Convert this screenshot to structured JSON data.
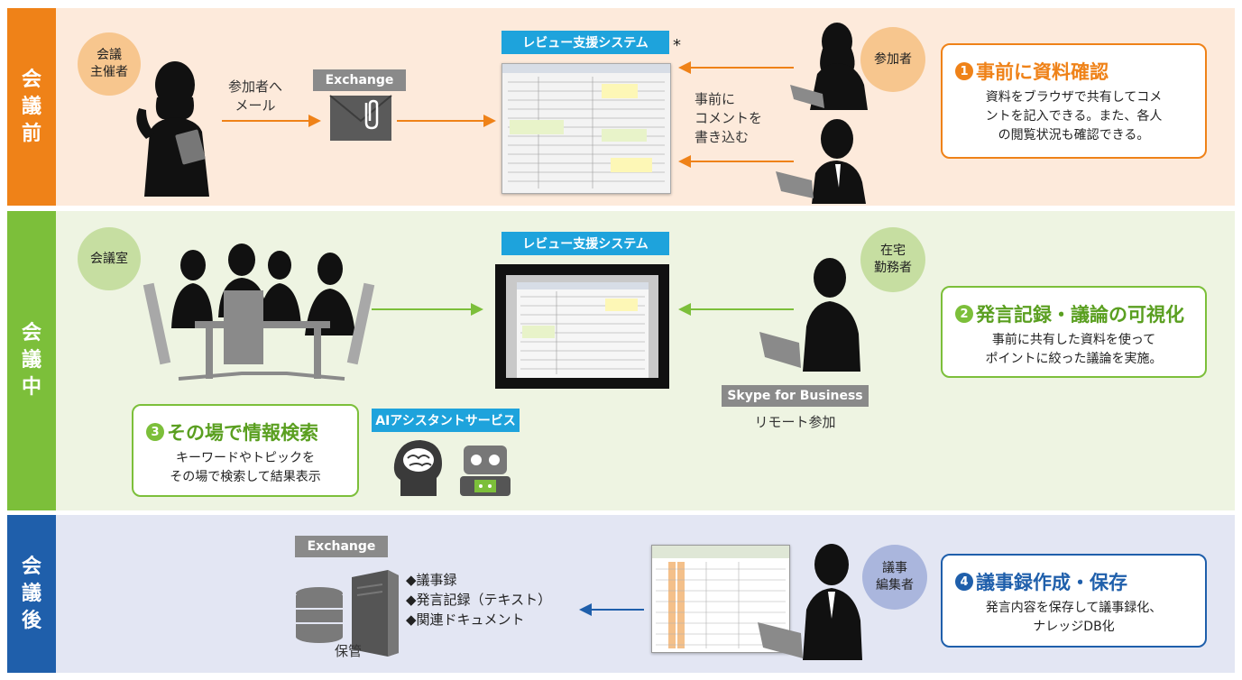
{
  "colors": {
    "before_tab": "#ef8218",
    "before_bg": "#fdeadb",
    "during_tab": "#7cbf3a",
    "during_bg": "#eef4e2",
    "after_tab": "#1f5fab",
    "after_bg": "#e3e6f3",
    "system_tag": "#1ea3dc",
    "exchange_tag": "#8a8a8a"
  },
  "stages": {
    "before": {
      "tab": [
        "会",
        "議",
        "前"
      ],
      "organizer_bubble": "会議\n主催者",
      "mail_label": "参加者へ\nメール",
      "exchange_tag": "Exchange",
      "system_tag": "レビュー支援システム",
      "asterisk": "*",
      "comment_label": "事前に\nコメントを\n書き込む",
      "participant_bubble": "参加者",
      "callout": {
        "number": "1",
        "title": "事前に資料確認",
        "desc": "資料をブラウザで共有してコメ\nントを記入できる。また、各人\nの閲覧状況も確認できる。"
      }
    },
    "during": {
      "tab": [
        "会",
        "議",
        "中"
      ],
      "room_bubble": "会議室",
      "system_tag": "レビュー支援システム",
      "remote_bubble": "在宅\n勤務者",
      "skype_tag": "Skype for Business",
      "remote_label": "リモート参加",
      "ai_tag": "AIアシスタントサービス",
      "callout2": {
        "number": "2",
        "title": "発言記録・議論の可視化",
        "desc": "事前に共有した資料を使って\nポイントに絞った議論を実施。"
      },
      "callout3": {
        "number": "3",
        "title": "その場で情報検索",
        "desc": "キーワードやトピックを\nその場で検索して結果表示"
      }
    },
    "after": {
      "tab": [
        "会",
        "議",
        "後"
      ],
      "exchange_tag": "Exchange",
      "storage_label": "保管",
      "items": [
        "◆議事録",
        "◆発言記録（テキスト）",
        "◆関連ドキュメント"
      ],
      "editor_bubble": "議事\n編集者",
      "callout": {
        "number": "4",
        "title": "議事録作成・保存",
        "desc": "発言内容を保存して議事録化、\nナレッジDB化"
      }
    }
  }
}
